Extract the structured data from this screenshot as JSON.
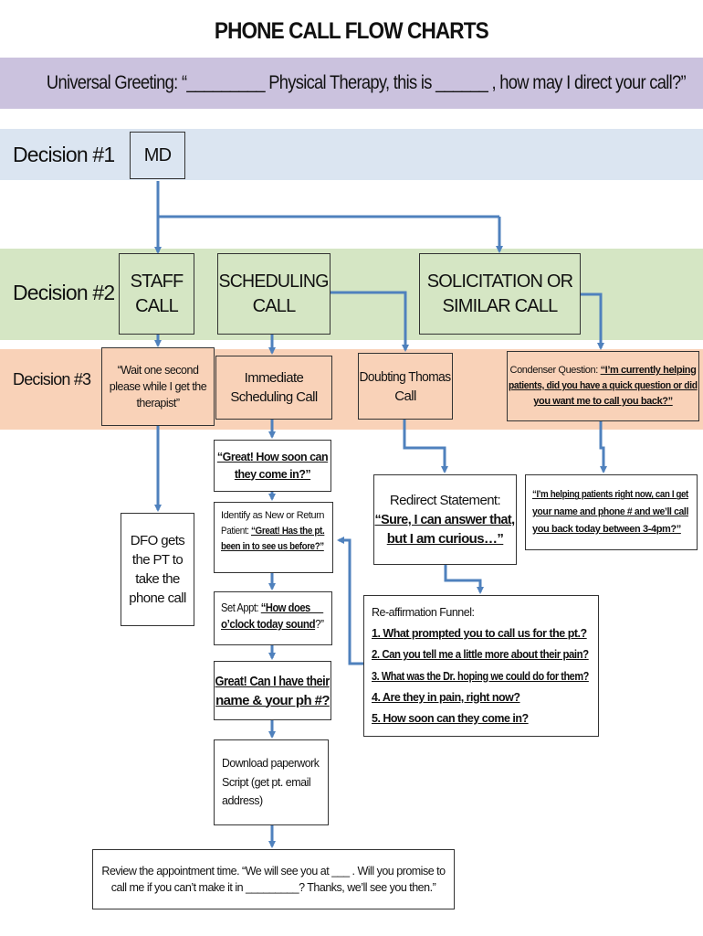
{
  "title": "PHONE CALL FLOW CHARTS",
  "greeting": "Universal Greeting:  “_________ Physical Therapy, this is ______ , how may I direct your call?”",
  "decisions": {
    "d1": "Decision #1",
    "d2": "Decision #2",
    "d3": "Decision #3"
  },
  "md": "MD",
  "staff_call": [
    "STAFF",
    "CALL"
  ],
  "scheduling_call": [
    "SCHEDULING",
    "CALL"
  ],
  "solicitation_call": [
    "SOLICITATION OR",
    "SIMILAR CALL"
  ],
  "wait": [
    "“Wait one second",
    "please while I get the",
    "therapist”"
  ],
  "immediate": [
    "Immediate",
    "Scheduling Call"
  ],
  "doubting": [
    "Doubting Thomas",
    "Call"
  ],
  "condenser": {
    "prefix": "Condenser Question: ",
    "q1": "“I’m currently helping",
    "q2": "patients, did you have a quick question or did",
    "q3": "you want me to call you back?”"
  },
  "dfo": [
    "DFO gets",
    "the PT to",
    "take the",
    "phone call"
  ],
  "great_how_soon": [
    "“Great! How soon can",
    "they come in?”"
  ],
  "identify": {
    "l1": "Identify as New or Return",
    "l2_prefix": "Patient: ",
    "l2_bold": "“Great! Has the pt.",
    "l3": "been in to see us before?”"
  },
  "set_appt": {
    "prefix": "Set Appt: ",
    "l1": "“How does __",
    "l2": "o’clock today sound",
    "l2_end": "?”"
  },
  "name_phone": [
    "Great! Can I have their",
    "name & your ph #?"
  ],
  "download": [
    "Download paperwork",
    "Script (get pt. email",
    "address)"
  ],
  "review": [
    "Review the appointment time.  “We will see you at ___ .  Will you promise to",
    "call me if you can’t make it in _________?  Thanks, we’ll see you then.”"
  ],
  "redirect": {
    "title": "Redirect Statement:",
    "l1": "“Sure, I can answer that,",
    "l2": "but I am curious…”"
  },
  "callback": [
    "“I’m helping patients right now, can I get",
    "your name and phone # and we’ll call",
    "you back today between 3-4pm?”"
  ],
  "funnel": {
    "title": "Re-affirmation Funnel:",
    "items": [
      "1. What prompted you to call us for the pt.?",
      "2. Can you tell me a little more about their pain?",
      "3. What was the Dr. hoping we could do for them?",
      "4. Are they in pain, right now?",
      "5. How soon can they come in?"
    ]
  },
  "colors": {
    "arrow": "#4f81bd",
    "greeting_band": "#cbc2de",
    "decision1_band": "#dbe5f1",
    "decision2_band": "#d5e6c4",
    "decision3_band": "#f9d2b8"
  }
}
